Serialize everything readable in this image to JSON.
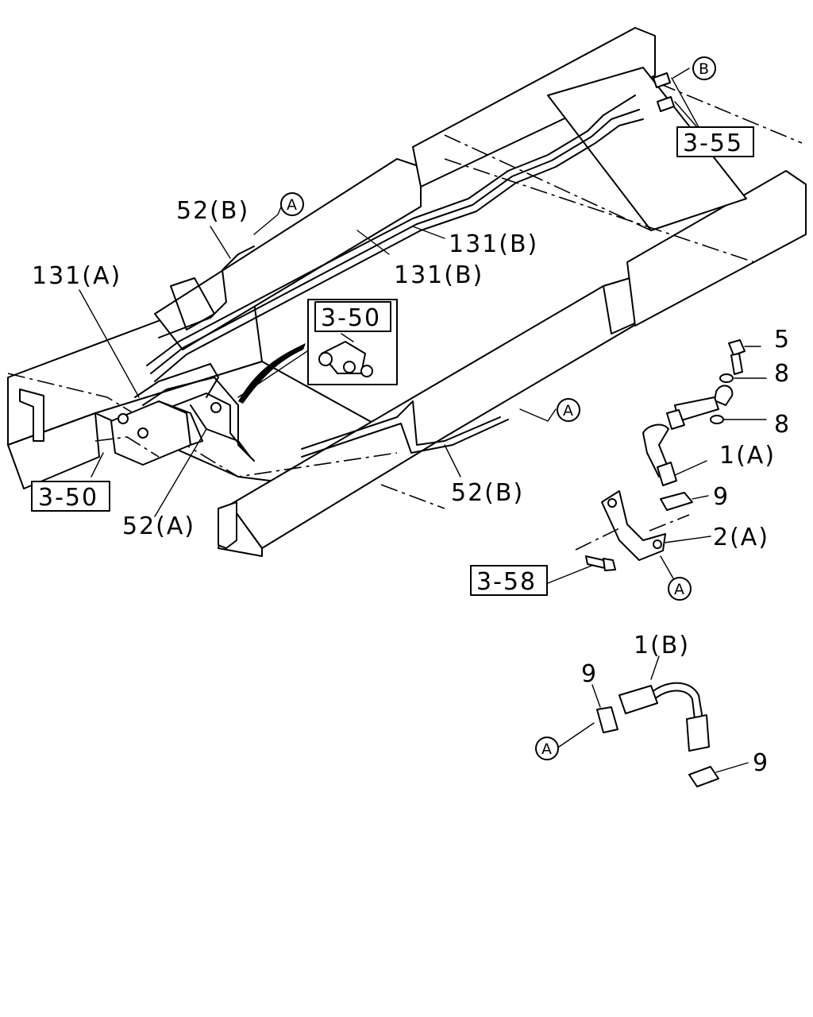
{
  "labels": {
    "l_52b_top": "52(B)",
    "l_131a": "131(A)",
    "l_131b_upper": "131(B)",
    "l_131b_lower": "131(B)",
    "l_52a": "52(A)",
    "l_52b_bottom": "52(B)",
    "l_5": "5",
    "l_8_upper": "8",
    "l_8_lower": "8",
    "l_1a": "1(A)",
    "l_9_upper": "9",
    "l_2a": "2(A)",
    "l_1b": "1(B)",
    "l_9_left": "9",
    "l_9_lower": "9"
  },
  "boxed_refs": {
    "ref_3_55": "3-55",
    "ref_3_50_inset": "3-50",
    "ref_3_50_left": "3-50",
    "ref_3_58": "3-58"
  },
  "circle_refs": {
    "a_top": "A",
    "b_top": "B",
    "a_mid_right": "A",
    "a_bracket": "A",
    "a_clip": "A"
  }
}
